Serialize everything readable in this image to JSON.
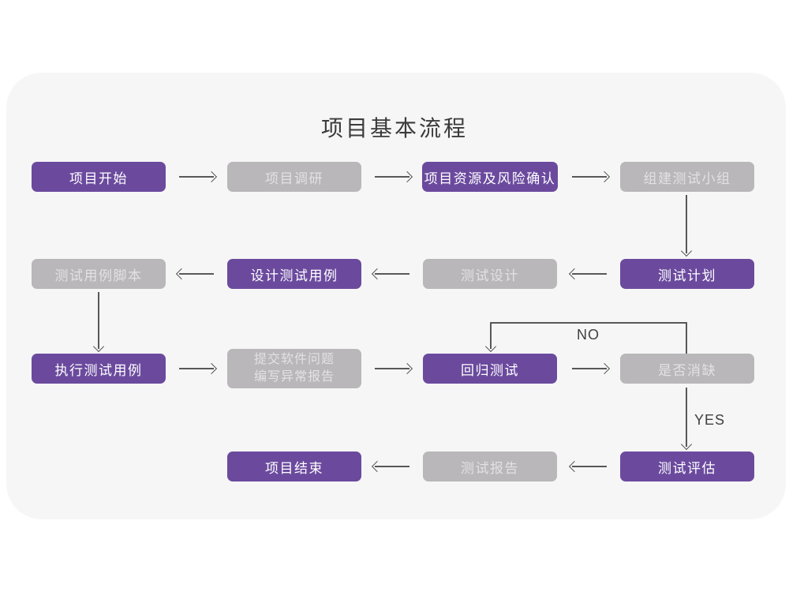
{
  "title": "项目基本流程",
  "nodes": [
    {
      "id": "project-start",
      "label": "项目开始",
      "variant": "purple"
    },
    {
      "id": "project-research",
      "label": "项目调研",
      "variant": "gray"
    },
    {
      "id": "project-resources-risk",
      "label": "项目资源及风险确认",
      "variant": "purple"
    },
    {
      "id": "build-test-team",
      "label": "组建测试小组",
      "variant": "gray"
    },
    {
      "id": "test-plan",
      "label": "测试计划",
      "variant": "purple"
    },
    {
      "id": "test-design",
      "label": "测试设计",
      "variant": "gray"
    },
    {
      "id": "design-test-cases",
      "label": "设计测试用例",
      "variant": "purple"
    },
    {
      "id": "test-case-scripts",
      "label": "测试用例脚本",
      "variant": "gray"
    },
    {
      "id": "execute-test-cases",
      "label": "执行测试用例",
      "variant": "purple"
    },
    {
      "id": "submit-issues",
      "line1": "提交软件问题",
      "line2": "编写异常报告",
      "variant": "gray"
    },
    {
      "id": "regression-test",
      "label": "回归测试",
      "variant": "purple"
    },
    {
      "id": "defect-cleared",
      "label": "是否消缺",
      "variant": "gray"
    },
    {
      "id": "test-evaluation",
      "label": "测试评估",
      "variant": "purple"
    },
    {
      "id": "test-report",
      "label": "测试报告",
      "variant": "gray"
    },
    {
      "id": "project-end",
      "label": "项目结束",
      "variant": "purple"
    }
  ],
  "edge_labels": {
    "no": "NO",
    "yes": "YES"
  },
  "colors": {
    "purple": "#6b4a9e",
    "gray": "#b9b7b9",
    "card_bg": "#f6f6f6",
    "arrow": "#58585a",
    "title_text": "#3b3b3b"
  }
}
